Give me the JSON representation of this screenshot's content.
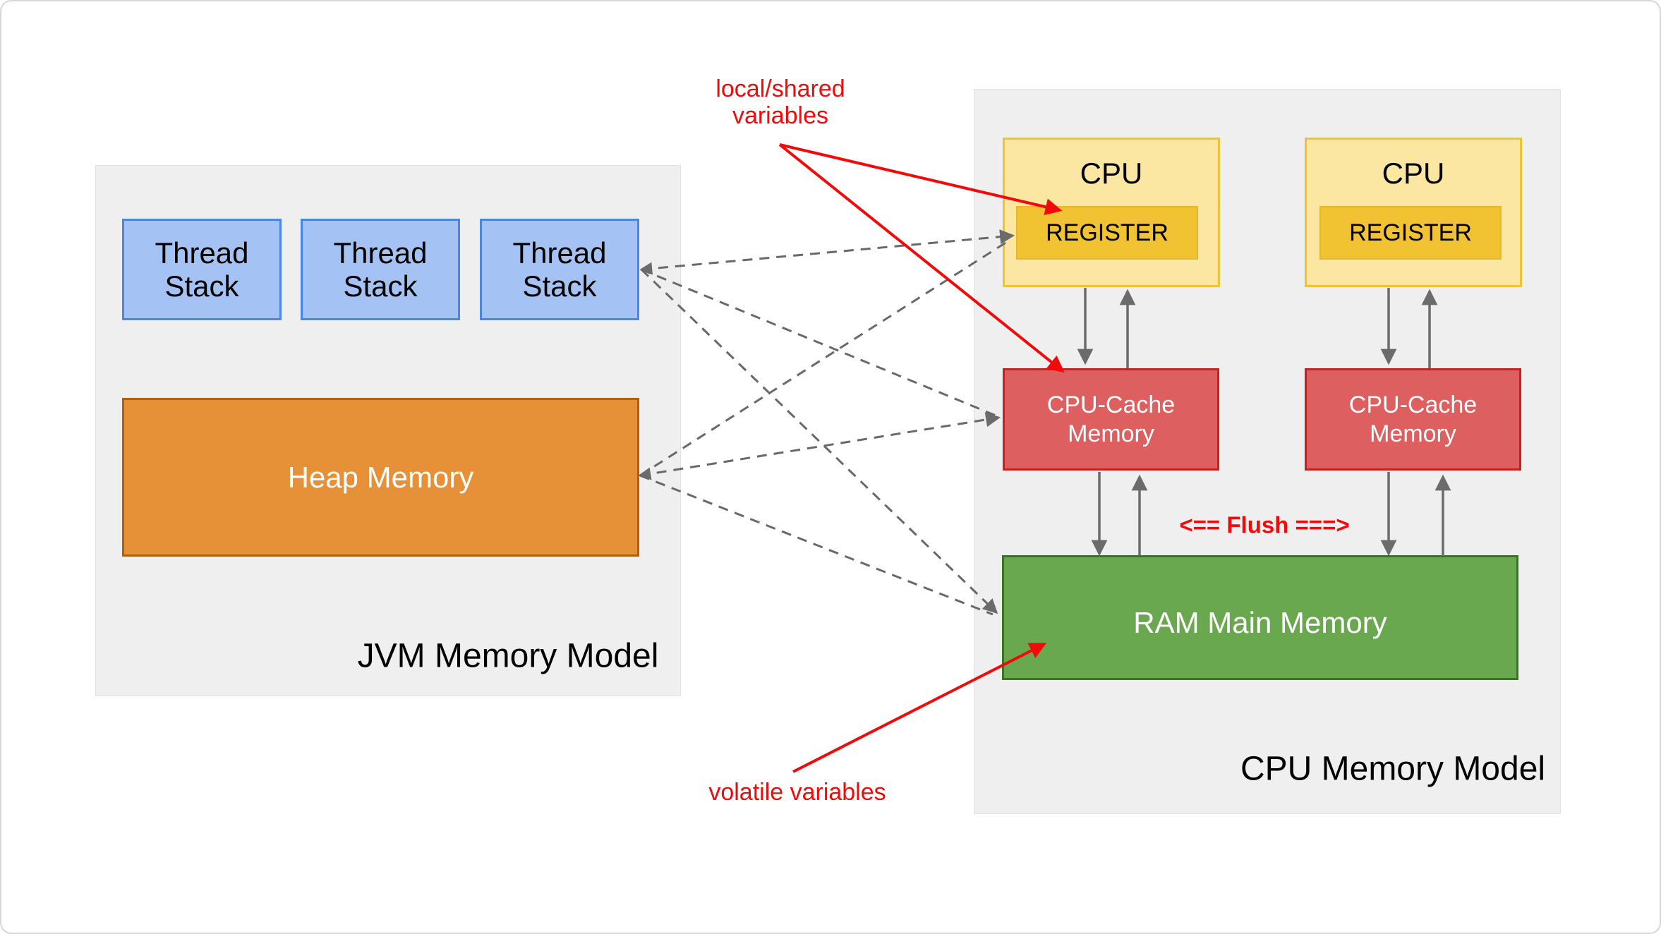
{
  "colors": {
    "panel_bg": "#efefef",
    "panel_border": "#e0e0e0",
    "thread_fill": "#a4c2f4",
    "thread_border": "#4a86e8",
    "heap_fill": "#e69138",
    "heap_border": "#b45f06",
    "cpu_fill": "#fbe7a1",
    "cpu_border": "#f1c232",
    "register_fill": "#f1c232",
    "register_border": "#e8b72c",
    "cache_fill": "#dd5f5f",
    "cache_border": "#c5221f",
    "ram_fill": "#6aa84f",
    "ram_border": "#38761d",
    "arrow_gray": "#6b6b6b",
    "dash_gray": "#696969",
    "annotation_red": "#f20a0a"
  },
  "jvm": {
    "title": "JVM Memory Model",
    "thread_stacks": [
      "Thread Stack",
      "Thread Stack",
      "Thread Stack"
    ],
    "heap_label": "Heap Memory"
  },
  "cpu": {
    "title": "CPU Memory Model",
    "cpus": [
      {
        "label": "CPU",
        "register_label": "REGISTER"
      },
      {
        "label": "CPU",
        "register_label": "REGISTER"
      }
    ],
    "caches": [
      "CPU-Cache Memory",
      "CPU-Cache Memory"
    ],
    "ram_label": "RAM Main Memory",
    "flush_label": "<== Flush ===>"
  },
  "annotations": {
    "local_shared": "local/shared variables",
    "volatile": "volatile variables"
  }
}
